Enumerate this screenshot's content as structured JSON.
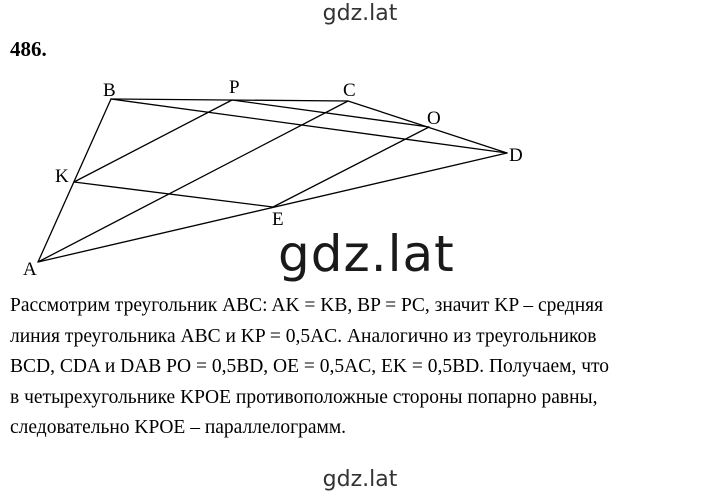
{
  "watermark": {
    "top": "gdz.lat",
    "center": "gdz.lat",
    "bottom": "gdz.lat"
  },
  "problem_number": "486.",
  "figure": {
    "points": [
      {
        "id": "A",
        "label": "A"
      },
      {
        "id": "B",
        "label": "B"
      },
      {
        "id": "P",
        "label": "P"
      },
      {
        "id": "C",
        "label": "C"
      },
      {
        "id": "O",
        "label": "O"
      },
      {
        "id": "D",
        "label": "D"
      },
      {
        "id": "K",
        "label": "K"
      },
      {
        "id": "E",
        "label": "E"
      }
    ]
  },
  "solution": {
    "lines": [
      "Рассмотрим треугольник ABC: AK = KB, BP = PC, значит KP – средняя",
      "линия треугольника ABC и KP = 0,5AC. Аналогично из треугольников",
      "BCD, CDA и DAB PO = 0,5BD, OE = 0,5AC, EK = 0,5BD. Получаем, что",
      "в четырехугольнике KPOE противоположные стороны попарно равны,",
      "следовательно KPOE – параллелограмм."
    ]
  }
}
